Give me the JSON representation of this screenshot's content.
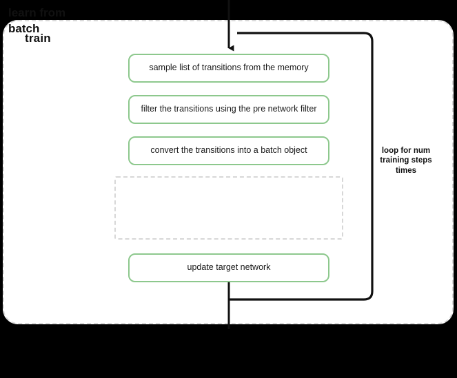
{
  "diagram": {
    "title": "train",
    "background_color": "#000000",
    "container_color": "#ffffff",
    "accent_color": "#8dc88d",
    "dashed_border_color": "#d9d9d9",
    "line_color": "#111111",
    "steps": [
      {
        "id": "sample",
        "label": "sample list of transitions from the memory"
      },
      {
        "id": "filter",
        "label": "filter the transitions using the pre network filter"
      },
      {
        "id": "convert",
        "label": "convert the transitions into a batch object"
      },
      {
        "id": "update",
        "label": "update target network"
      }
    ],
    "subblock": {
      "title": "learn from batch",
      "title_line_1": "learn from",
      "title_line_2": "batch"
    },
    "loop": {
      "label": "loop for num training steps times",
      "label_line_1": "loop for num",
      "label_line_2": "training steps",
      "label_line_3": "times"
    },
    "icons": {
      "arrow_down": "arrow-down-icon"
    }
  }
}
